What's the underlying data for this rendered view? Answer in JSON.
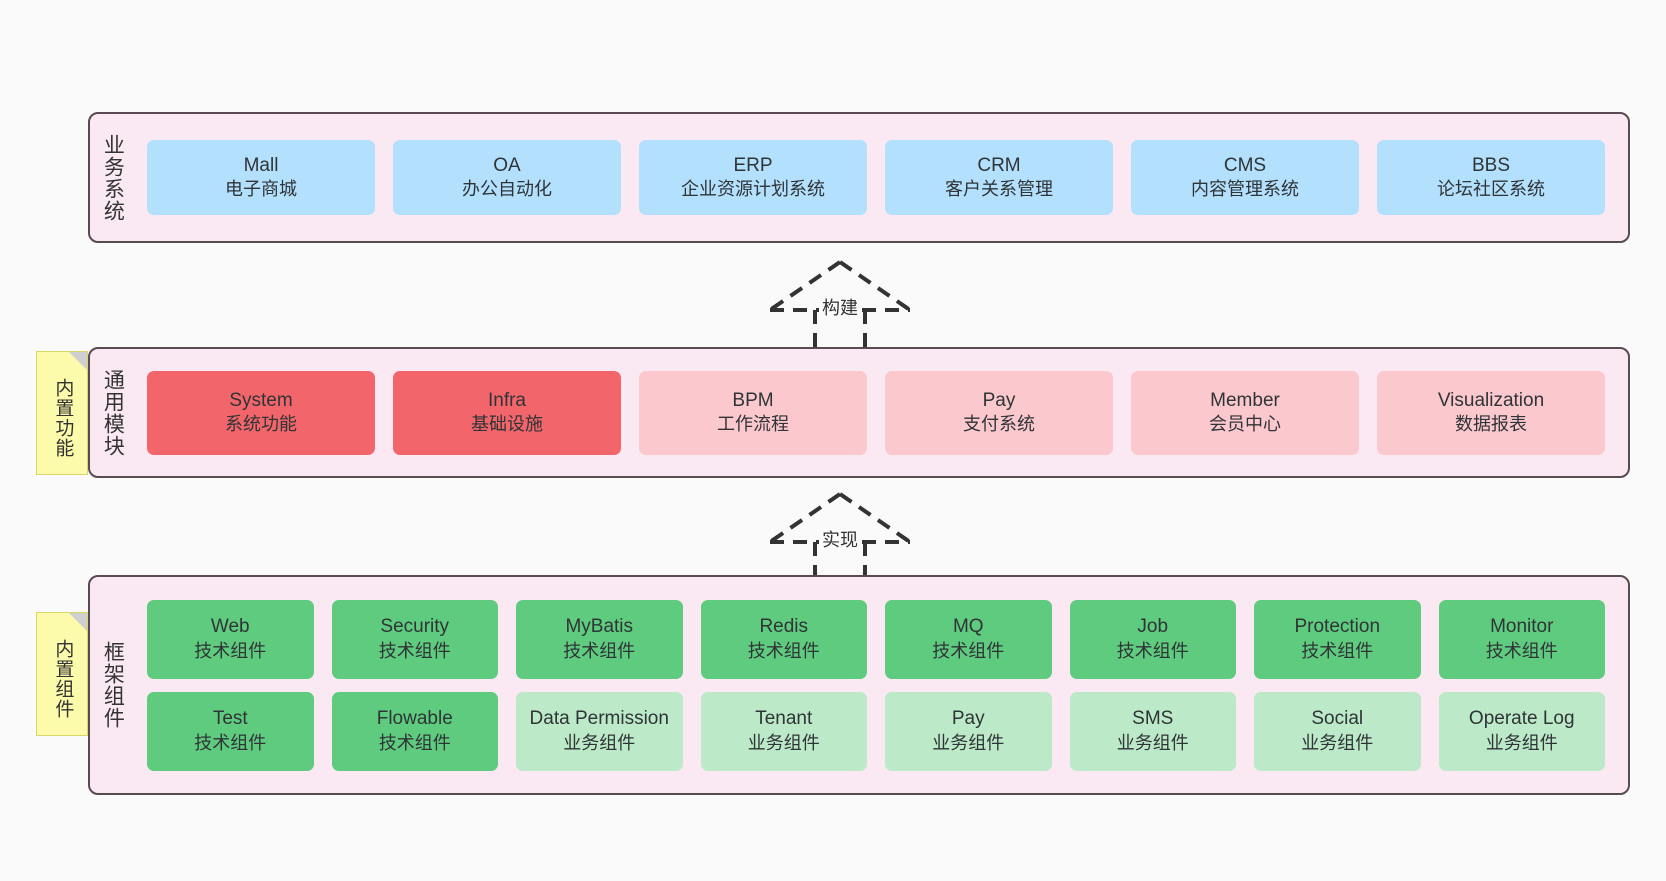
{
  "diagram": {
    "background": "#fafafa",
    "panel_bg": "#fae9f3",
    "panel_border": "#5a4a52",
    "note_bg": "#fcfbab"
  },
  "layers": {
    "business": {
      "title": "业务系统",
      "node_color": "#b3e0fc",
      "nodes": [
        {
          "name": "Mall",
          "desc": "电子商城"
        },
        {
          "name": "OA",
          "desc": "办公自动化"
        },
        {
          "name": "ERP",
          "desc": "企业资源计划系统"
        },
        {
          "name": "CRM",
          "desc": "客户关系管理"
        },
        {
          "name": "CMS",
          "desc": "内容管理系统"
        },
        {
          "name": "BBS",
          "desc": "论坛社区系统"
        }
      ]
    },
    "modules": {
      "title": "通用模块",
      "note": "内置功能",
      "node_color_strong": "#f2656a",
      "node_color_soft": "#fbc8ce",
      "nodes": [
        {
          "name": "System",
          "desc": "系统功能"
        },
        {
          "name": "Infra",
          "desc": "基础设施"
        },
        {
          "name": "BPM",
          "desc": "工作流程"
        },
        {
          "name": "Pay",
          "desc": "支付系统"
        },
        {
          "name": "Member",
          "desc": "会员中心"
        },
        {
          "name": "Visualization",
          "desc": "数据报表"
        }
      ]
    },
    "framework": {
      "title": "框架组件",
      "note": "内置组件",
      "node_color_strong": "#5fcb7e",
      "node_color_soft": "#bce9c8",
      "row1": [
        {
          "name": "Web",
          "desc": "技术组件"
        },
        {
          "name": "Security",
          "desc": "技术组件"
        },
        {
          "name": "MyBatis",
          "desc": "技术组件"
        },
        {
          "name": "Redis",
          "desc": "技术组件"
        },
        {
          "name": "MQ",
          "desc": "技术组件"
        },
        {
          "name": "Job",
          "desc": "技术组件"
        },
        {
          "name": "Protection",
          "desc": "技术组件"
        },
        {
          "name": "Monitor",
          "desc": "技术组件"
        }
      ],
      "row2": [
        {
          "name": "Test",
          "desc": "技术组件"
        },
        {
          "name": "Flowable",
          "desc": "技术组件"
        },
        {
          "name": "Data Permission",
          "desc": "业务组件"
        },
        {
          "name": "Tenant",
          "desc": "业务组件"
        },
        {
          "name": "Pay",
          "desc": "业务组件"
        },
        {
          "name": "SMS",
          "desc": "业务组件"
        },
        {
          "name": "Social",
          "desc": "业务组件"
        },
        {
          "name": "Operate Log",
          "desc": "业务组件"
        }
      ]
    }
  },
  "connectors": [
    {
      "id": "build",
      "label": "构建",
      "style": "dashed-hollow-triangle-up"
    },
    {
      "id": "impl",
      "label": "实现",
      "style": "dashed-hollow-triangle-up"
    }
  ]
}
